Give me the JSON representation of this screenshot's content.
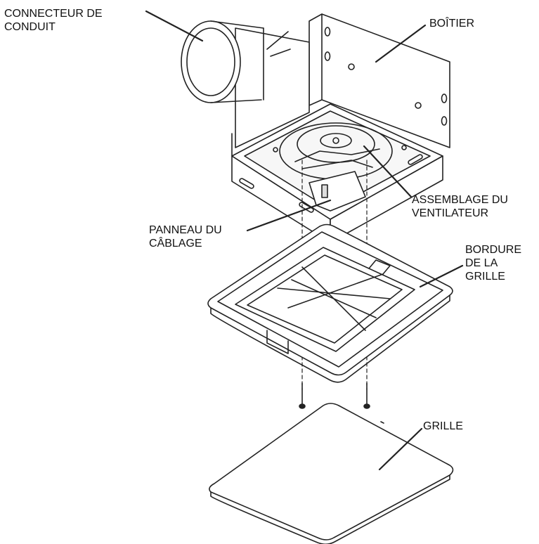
{
  "labels": {
    "connecteur": [
      "CONNECTEUR DE",
      "CONDUIT"
    ],
    "boitier": [
      "BOÎTIER"
    ],
    "assemblage": [
      "ASSEMBLAGE DU",
      "VENTILATEUR"
    ],
    "panneau": [
      "PANNEAU DU",
      "CÂBLAGE"
    ],
    "bordure": [
      "BORDURE",
      "DE LA",
      "GRILLE"
    ],
    "grille": [
      "GRILLE"
    ]
  },
  "colors": {
    "line": "#222222",
    "background": "#ffffff"
  }
}
